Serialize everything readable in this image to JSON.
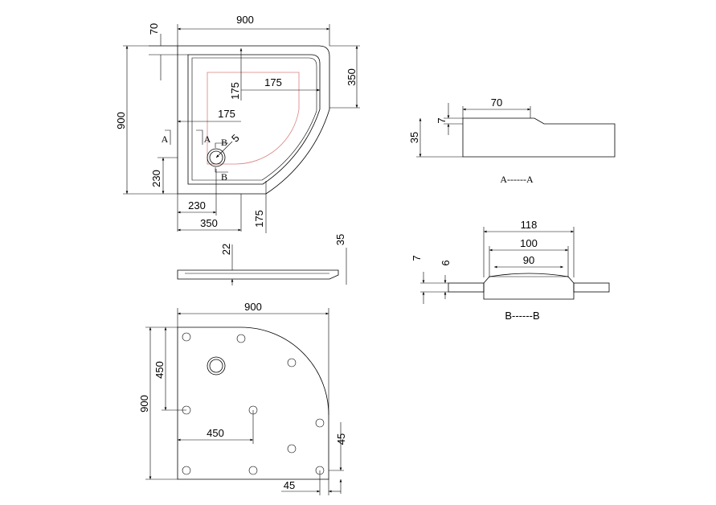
{
  "top_view": {
    "dims": {
      "width": "900",
      "rim": "70",
      "height": "900",
      "side_350": "350",
      "inner_175_v": "175",
      "inner_175_h": "175",
      "inner_175_left": "175",
      "drain_5": "5",
      "left_230": "230",
      "bottom_230": "230",
      "bottom_350": "350",
      "bottom_175": "175"
    },
    "marks": {
      "a_outer": "A",
      "a_inner": "A",
      "b_top": "B",
      "b_bottom": "B"
    }
  },
  "side_view": {
    "dims": {
      "d22": "22",
      "d35": "35"
    }
  },
  "bottom_view": {
    "dims": {
      "width": "900",
      "height": "900",
      "v450": "450",
      "h450": "450",
      "v45": "45",
      "h45": "45"
    },
    "feet_count": 10
  },
  "section_a": {
    "dims": {
      "d70": "70",
      "d7": "7",
      "d35": "35"
    },
    "label": "A------A"
  },
  "section_b": {
    "dims": {
      "d118": "118",
      "d100": "100",
      "d90": "90",
      "d7": "7",
      "d6": "6"
    },
    "label": "B------B"
  }
}
